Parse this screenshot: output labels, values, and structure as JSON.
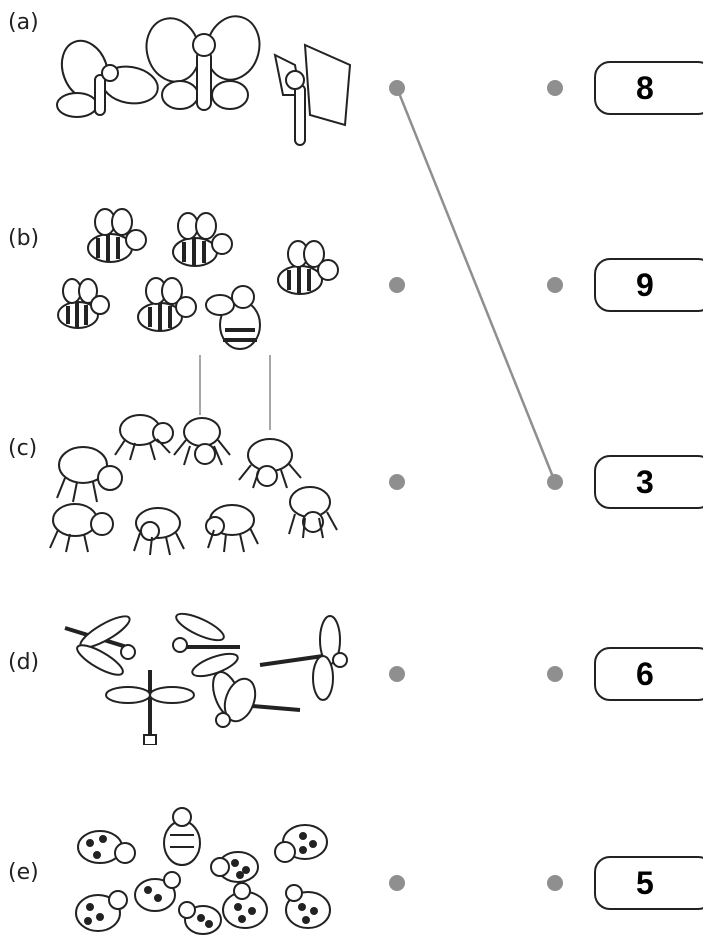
{
  "rows": [
    {
      "label": "(a)",
      "insect": "butterfly-icon",
      "count": 3
    },
    {
      "label": "(b)",
      "insect": "bee-icon",
      "count": 6
    },
    {
      "label": "(c)",
      "insect": "spider-icon",
      "count": 8
    },
    {
      "label": "(d)",
      "insect": "dragonfly-icon",
      "count": 5
    },
    {
      "label": "(e)",
      "insect": "ladybug-icon",
      "count": 9
    }
  ],
  "numbers": [
    "8",
    "9",
    "3",
    "6",
    "5"
  ],
  "matches": [
    {
      "from_row": 0,
      "to_number_index": 2
    }
  ],
  "colors": {
    "dot": "#8f8f8f",
    "line": "#8f8f8f",
    "box_border": "#222222"
  }
}
